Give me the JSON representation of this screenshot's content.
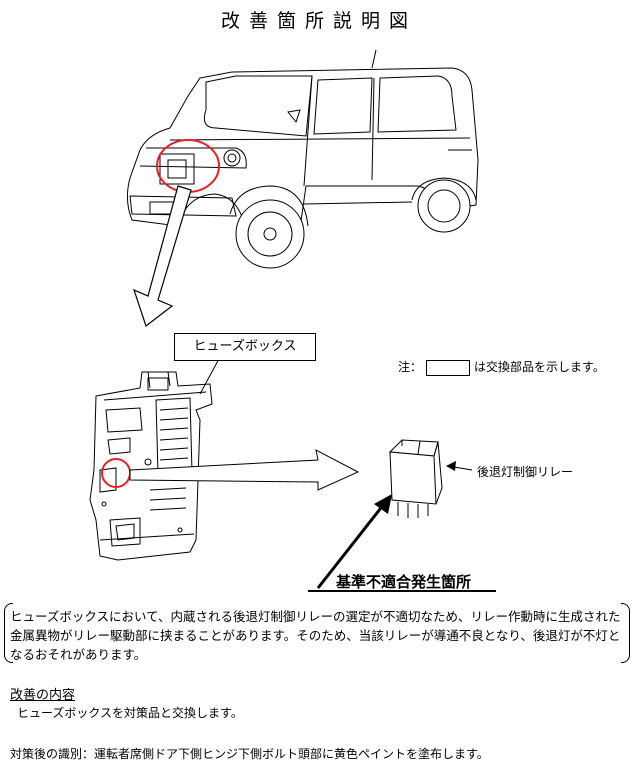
{
  "title": "改善箇所説明図",
  "labels": {
    "fuse_box": "ヒューズボックス",
    "note_prefix": "注：",
    "note_suffix": "は交換部品を示します。",
    "relay": "後退灯制御リレー",
    "nonconformity": "基準不適合発生箇所"
  },
  "description": "ヒューズボックスにおいて、内蔵される後退灯制御リレーの選定が不適切なため、リレー作動時に生成された金属異物がリレー駆動部に挟まることがあります。そのため、当該リレーが導通不良となり、後退灯が不灯となるおそれがあります。",
  "improvement": {
    "heading": "改善の内容",
    "text": "ヒューズボックスを対策品と交換します。"
  },
  "identification": "対策後の識別：運転者席側ドア下側ヒンジ下側ボルト頭部に黄色ペイントを塗布します。",
  "colors": {
    "highlight_circle": "#e8202a",
    "line": "#000000"
  }
}
